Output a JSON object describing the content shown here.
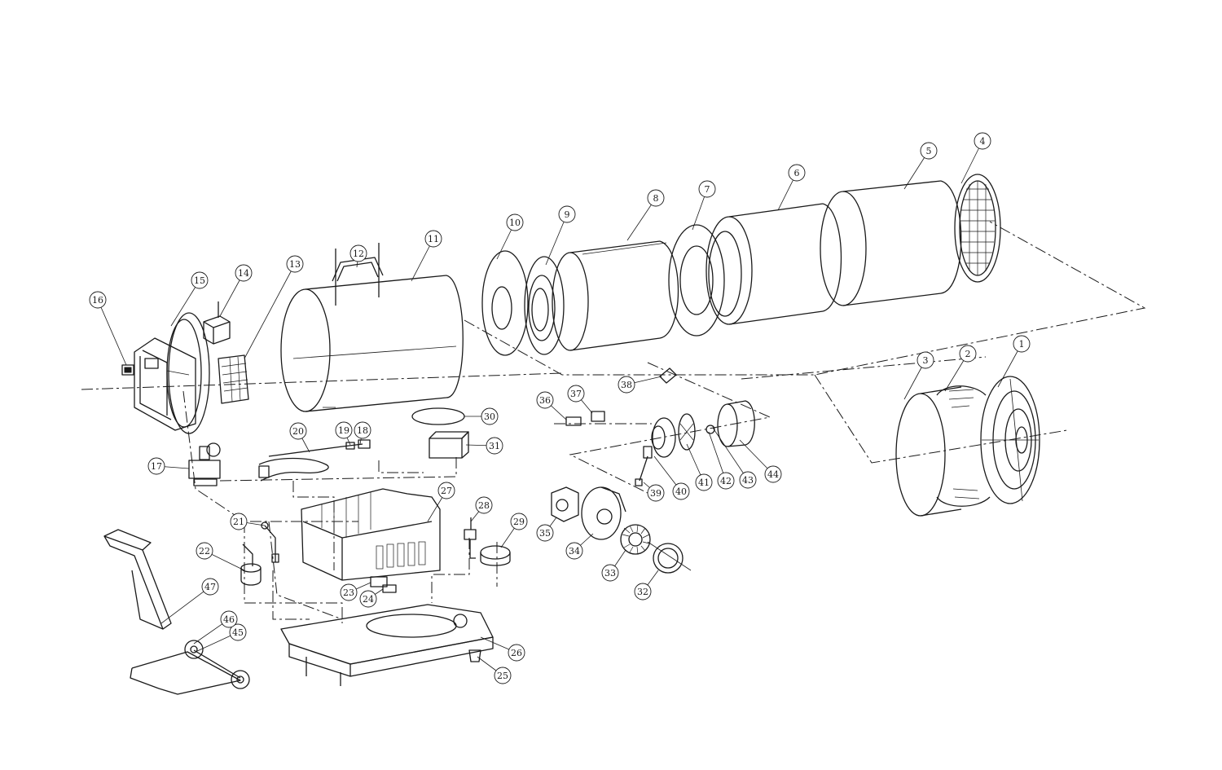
{
  "callouts": [
    {
      "n": "1"
    },
    {
      "n": "2"
    },
    {
      "n": "3"
    },
    {
      "n": "4"
    },
    {
      "n": "5"
    },
    {
      "n": "6"
    },
    {
      "n": "7"
    },
    {
      "n": "8"
    },
    {
      "n": "9"
    },
    {
      "n": "10"
    },
    {
      "n": "11"
    },
    {
      "n": "12"
    },
    {
      "n": "13"
    },
    {
      "n": "14"
    },
    {
      "n": "15"
    },
    {
      "n": "16"
    },
    {
      "n": "17"
    },
    {
      "n": "18"
    },
    {
      "n": "19"
    },
    {
      "n": "20"
    },
    {
      "n": "21"
    },
    {
      "n": "22"
    },
    {
      "n": "23"
    },
    {
      "n": "24"
    },
    {
      "n": "25"
    },
    {
      "n": "26"
    },
    {
      "n": "27"
    },
    {
      "n": "28"
    },
    {
      "n": "29"
    },
    {
      "n": "30"
    },
    {
      "n": "31"
    },
    {
      "n": "32"
    },
    {
      "n": "33"
    },
    {
      "n": "34"
    },
    {
      "n": "35"
    },
    {
      "n": "36"
    },
    {
      "n": "37"
    },
    {
      "n": "38"
    },
    {
      "n": "39"
    },
    {
      "n": "40"
    },
    {
      "n": "41"
    },
    {
      "n": "42"
    },
    {
      "n": "43"
    },
    {
      "n": "44"
    },
    {
      "n": "45"
    },
    {
      "n": "46"
    },
    {
      "n": "47"
    }
  ]
}
